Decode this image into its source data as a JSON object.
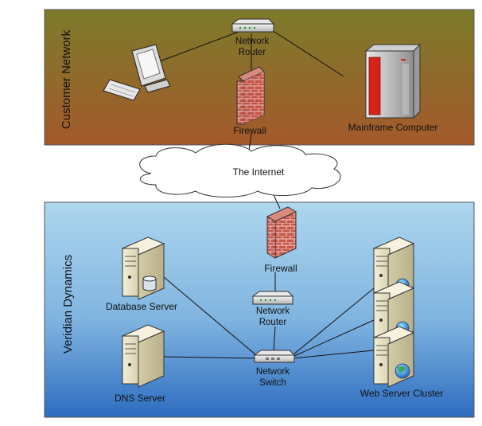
{
  "zones": {
    "customer": {
      "label": "Customer Network"
    },
    "veridian": {
      "label": "Veridian Dynamics"
    }
  },
  "cloud": {
    "label": "The Internet"
  },
  "nodes": {
    "cust_router": {
      "line1": "Network",
      "line2": "Router"
    },
    "cust_firewall": {
      "label": "Firewall"
    },
    "mainframe": {
      "label": "Mainframe Computer"
    },
    "vd_firewall": {
      "label": "Firewall"
    },
    "vd_router": {
      "line1": "Network",
      "line2": "Router"
    },
    "vd_switch": {
      "line1": "Network",
      "line2": "Switch"
    },
    "db_server": {
      "label": "Database Server"
    },
    "dns_server": {
      "label": "DNS Server"
    },
    "web_cluster": {
      "label": "Web Server Cluster"
    }
  },
  "colors": {
    "customer_top": "#7d7a2a",
    "customer_bottom": "#a45a2a",
    "veridian_top": "#a9d3ec",
    "veridian_bottom": "#2f6fc2",
    "firewall_brick": "#c9554a",
    "mainframe_red": "#d7221a"
  }
}
